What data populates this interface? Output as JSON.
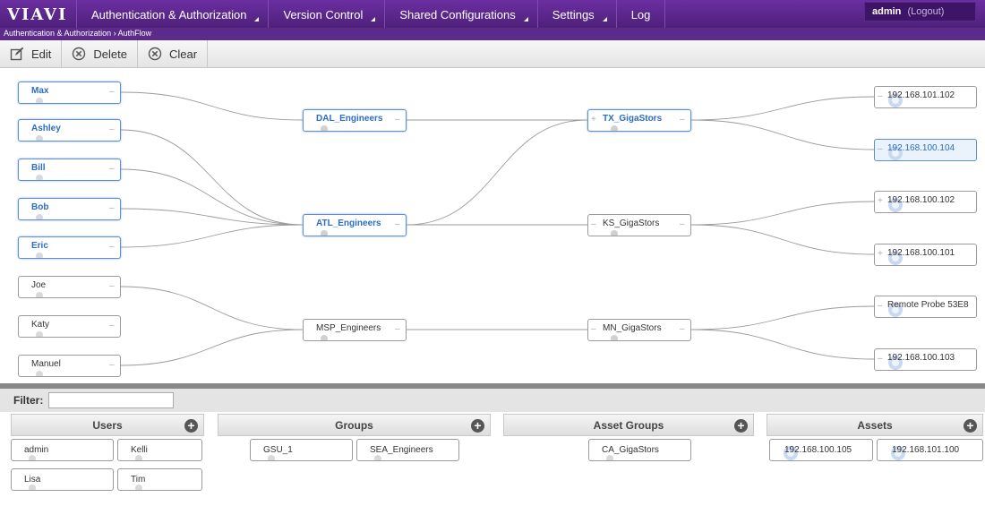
{
  "nav": {
    "logo": "VIAVI",
    "items": [
      {
        "label": "Authentication & Authorization",
        "menu": true
      },
      {
        "label": "Version Control",
        "menu": true
      },
      {
        "label": "Shared Configurations",
        "menu": true
      },
      {
        "label": "Settings",
        "menu": true
      },
      {
        "label": "Log",
        "menu": false
      }
    ],
    "user": "admin",
    "logout": "(Logout)"
  },
  "breadcrumb": "Authentication & Authorization › AuthFlow",
  "toolbar": {
    "edit": "Edit",
    "delete": "Delete",
    "clear": "Clear"
  },
  "flow": {
    "users": [
      {
        "label": "Max",
        "selected": true
      },
      {
        "label": "Ashley",
        "selected": true
      },
      {
        "label": "Bill",
        "selected": true
      },
      {
        "label": "Bob",
        "selected": true
      },
      {
        "label": "Eric",
        "selected": true
      },
      {
        "label": "Joe",
        "selected": false
      },
      {
        "label": "Katy",
        "selected": false
      },
      {
        "label": "Manuel",
        "selected": false
      }
    ],
    "groups": [
      {
        "label": "DAL_Engineers",
        "selected": true
      },
      {
        "label": "ATL_Engineers",
        "selected": true
      },
      {
        "label": "MSP_Engineers",
        "selected": false
      }
    ],
    "asset_groups": [
      {
        "label": "TX_GigaStors",
        "selected": true
      },
      {
        "label": "KS_GigaStors",
        "selected": false
      },
      {
        "label": "MN_GigaStors",
        "selected": false
      }
    ],
    "assets": [
      {
        "label": "192.168.101.102",
        "highlight": false
      },
      {
        "label": "192.168.100.104",
        "highlight": true
      },
      {
        "label": "192.168.100.102",
        "highlight": false
      },
      {
        "label": "192.168.100.101",
        "highlight": false
      },
      {
        "label": "Remote Probe 53E8",
        "highlight": false
      },
      {
        "label": "192.168.100.103",
        "highlight": false
      }
    ]
  },
  "filter": {
    "label": "Filter:",
    "value": "",
    "placeholder": ""
  },
  "panels": {
    "users": {
      "title": "Users",
      "items": [
        "admin",
        "Kelli",
        "Lisa",
        "Tim"
      ]
    },
    "groups": {
      "title": "Groups",
      "items": [
        "GSU_1",
        "SEA_Engineers"
      ]
    },
    "asset_groups": {
      "title": "Asset Groups",
      "items": [
        "CA_GigaStors"
      ]
    },
    "assets": {
      "title": "Assets",
      "items": [
        "192.168.100.105",
        "192.168.101.100"
      ]
    }
  },
  "colors": {
    "nav_bg": "#5b2a8b",
    "selected_border": "#5e8fd0",
    "selected_text": "#2b6cc4"
  }
}
